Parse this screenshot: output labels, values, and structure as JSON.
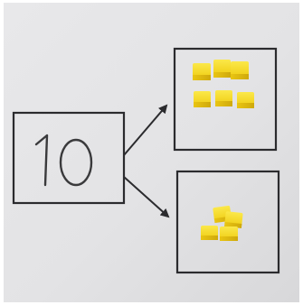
{
  "number_box": {
    "value": "10"
  },
  "colors": {
    "paper": "#e6e6e8",
    "ink": "#2b2b2e",
    "cube_yellow": "#f2d81c",
    "cube_shadow": "#c9a80e"
  },
  "parts": {
    "top_part_cube_count": 6,
    "bottom_part_cube_count": 4
  }
}
